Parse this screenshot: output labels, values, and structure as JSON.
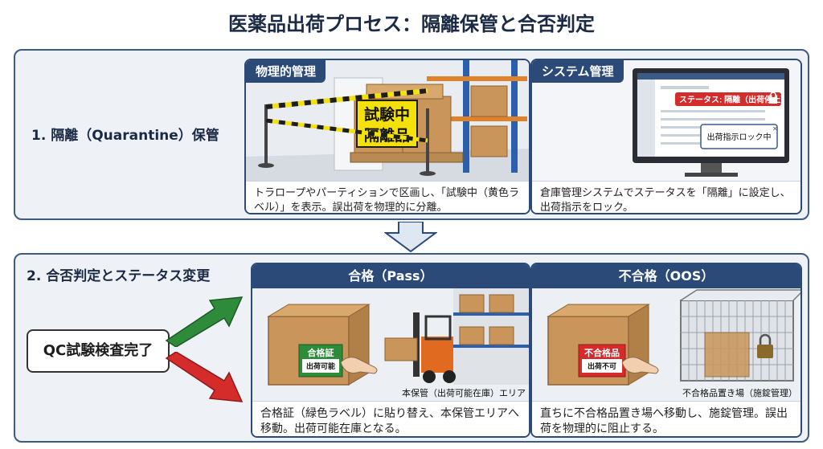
{
  "title": "医薬品出荷プロセス：隔離保管と合否判定",
  "section1": {
    "label": "1. 隔離（Quarantine）保管",
    "physical": {
      "tab": "物理的管理",
      "sign_line1": "試験中",
      "sign_line2": "隔離品",
      "caption": "トラロープやパーティションで区画し、「試験中（黄色ラベル）」を表示。誤出荷を物理的に分離。"
    },
    "system": {
      "tab": "システム管理",
      "status_text": "ステータス: 隔離（出荷停止）",
      "popup_text": "出荷指示ロック中",
      "caption": "倉庫管理システムでステータスを「隔離」に設定し、出荷指示をロック。"
    }
  },
  "section2": {
    "label": "2. 合否判定とステータス変更",
    "qc": "QC試験検査完了",
    "pass": {
      "header": "合格（Pass）",
      "label_line1": "合格証",
      "label_line2": "出荷可能",
      "area": "本保管（出荷可能在庫）エリア",
      "caption": "合格証（緑色ラベル）に貼り替え、本保管エリアへ移動。出荷可能在庫となる。"
    },
    "fail": {
      "header": "不合格（OOS）",
      "label_line1": "不合格品",
      "label_line2": "出荷不可",
      "area": "不合格品置き場（施錠管理）",
      "caption": "直ちに不合格品置き場へ移動し、施錠管理。誤出荷を物理的に阻止する。"
    }
  },
  "colors": {
    "navy": "#2b4a78",
    "yellow": "#f5e10a",
    "green": "#2e8b3a",
    "red": "#d42b2b",
    "cardboard": "#c9955a"
  }
}
